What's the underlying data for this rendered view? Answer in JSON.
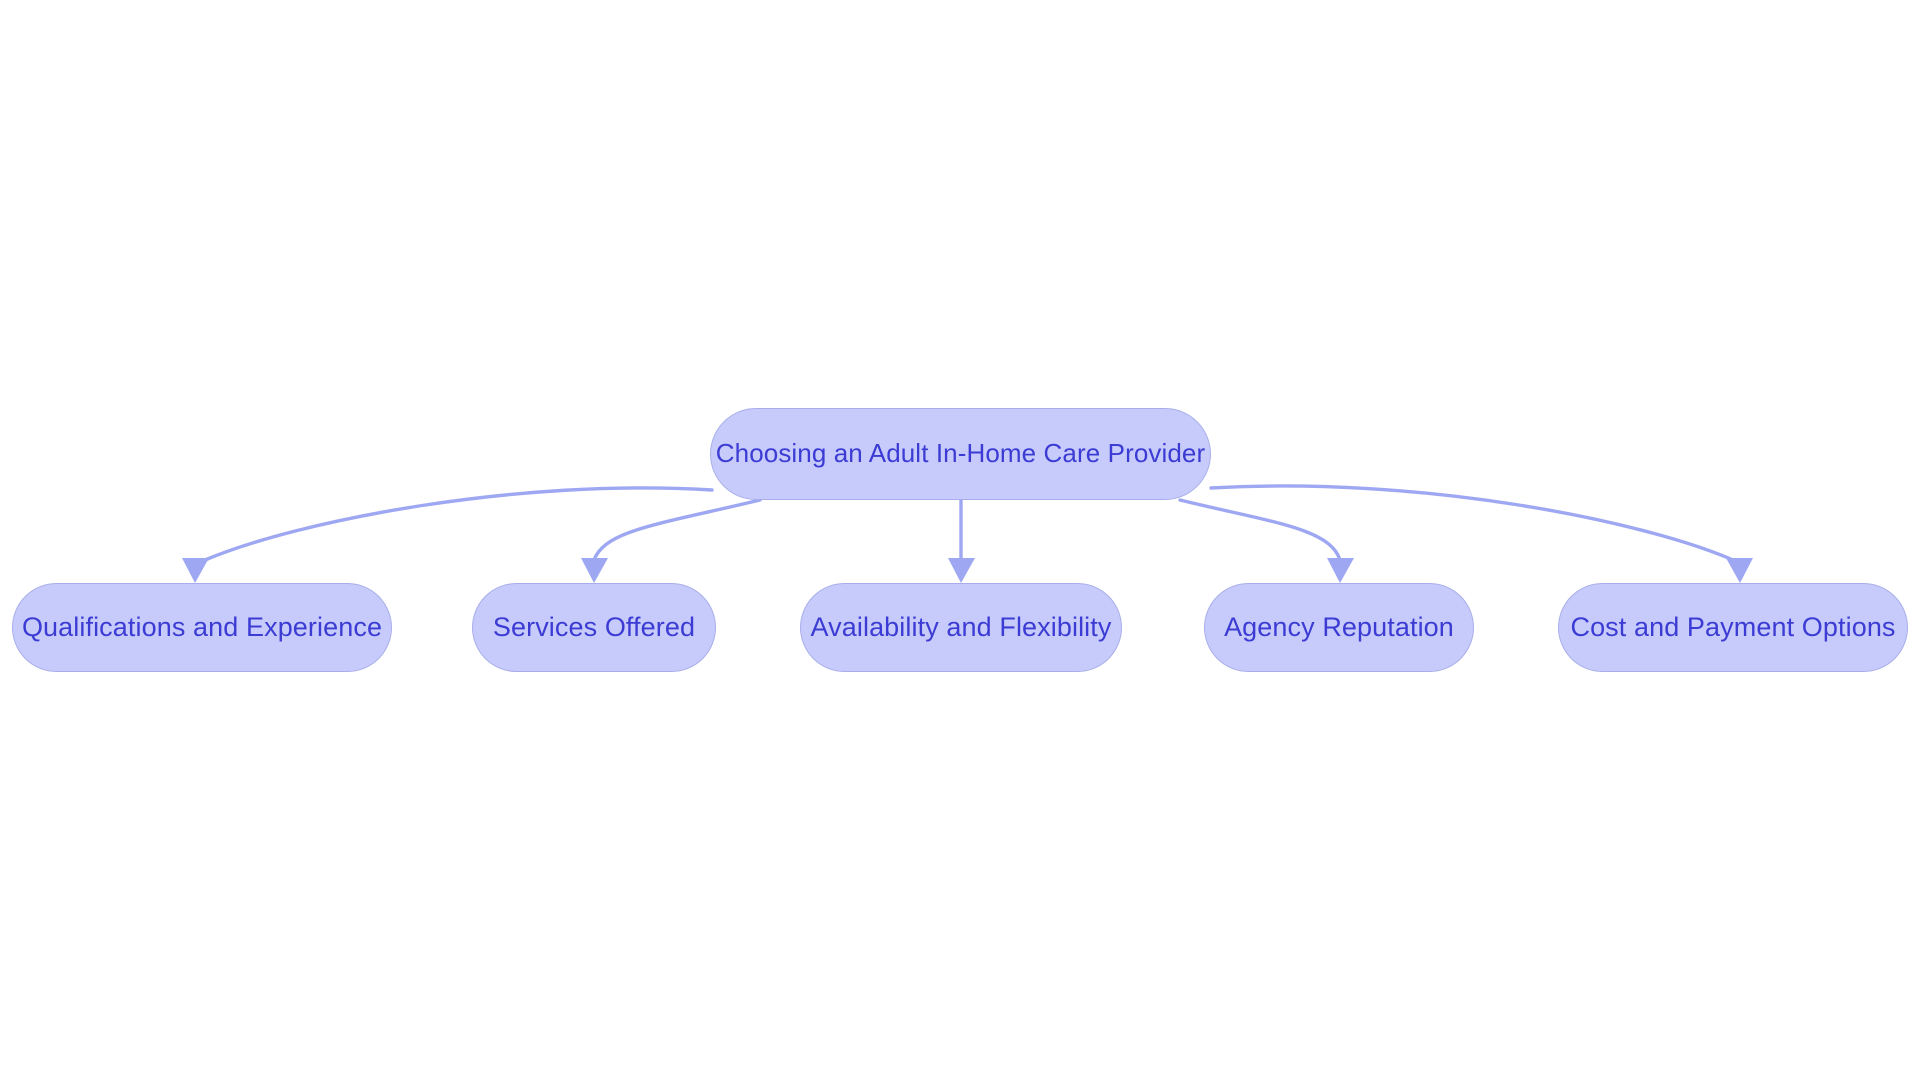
{
  "diagram": {
    "type": "flowchart",
    "orientation": "top-down",
    "title": "Choosing an Adult In-Home Care Provider",
    "root": {
      "id": "root",
      "label": "Choosing an Adult In-Home Care Provider"
    },
    "children": [
      {
        "id": "qualifications-and-experience",
        "label": "Qualifications and Experience"
      },
      {
        "id": "services-offered",
        "label": "Services Offered"
      },
      {
        "id": "availability-and-flexibility",
        "label": "Availability and Flexibility"
      },
      {
        "id": "agency-reputation",
        "label": "Agency Reputation"
      },
      {
        "id": "cost-and-payment-options",
        "label": "Cost and Payment Options"
      }
    ],
    "edges": [
      {
        "from": "root",
        "to": "qualifications-and-experience",
        "arrow": "triangle"
      },
      {
        "from": "root",
        "to": "services-offered",
        "arrow": "triangle"
      },
      {
        "from": "root",
        "to": "availability-and-flexibility",
        "arrow": "triangle"
      },
      {
        "from": "root",
        "to": "agency-reputation",
        "arrow": "triangle"
      },
      {
        "from": "root",
        "to": "cost-and-payment-options",
        "arrow": "triangle"
      }
    ],
    "colors": {
      "background": "#ffffff",
      "node_fill": "#c6cbfb",
      "node_stroke": "#a9aeea",
      "node_text": "#3c3cd4",
      "edge_stroke": "#9ea7f2",
      "arrow_fill": "#9ea7f2"
    }
  }
}
